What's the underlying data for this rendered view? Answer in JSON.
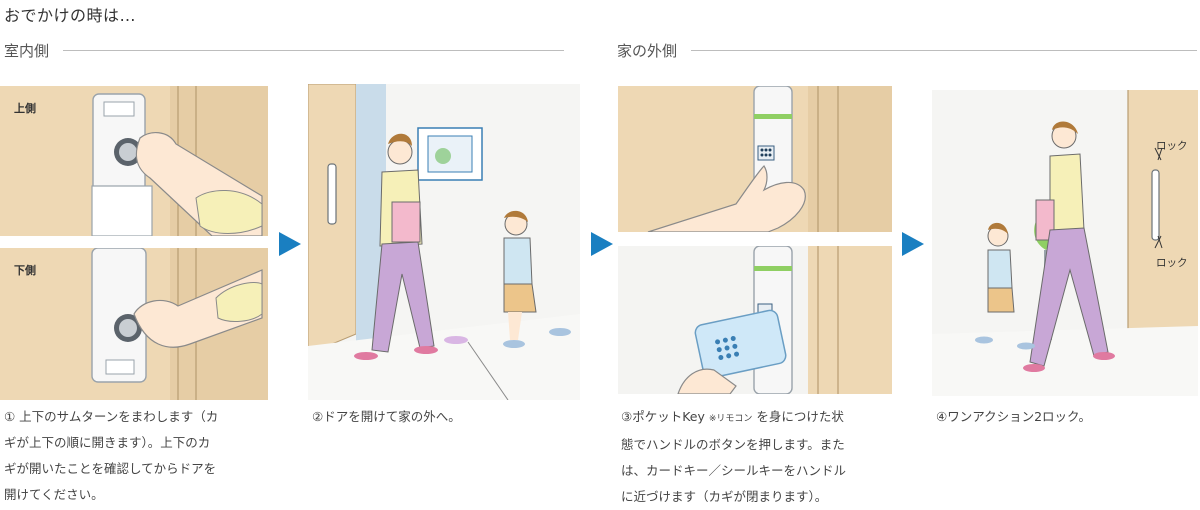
{
  "page": {
    "title": "おでかけの時は…"
  },
  "sections": {
    "indoor": {
      "label": "室内側"
    },
    "outdoor": {
      "label": "家の外側"
    }
  },
  "panels": {
    "p1_top_label": "上側",
    "p1_bottom_label": "下側",
    "p4_lock_top": "ロック",
    "p4_lock_bottom": "ロック"
  },
  "captions": {
    "c1_lines": [
      "① 上下のサムターンをまわします（カ",
      "ギが上下の順に開きます）。上下のカ",
      "ギが開いたことを確認してからドアを",
      "開けてください。"
    ],
    "c2_lines": [
      "②ドアを開けて家の外へ。"
    ],
    "c3_line1_a": "③ポケットKey ",
    "c3_line1_small": "※リモコン",
    "c3_line1_b": " を身につけた状",
    "c3_lines": [
      "態でハンドルのボタンを押します。また",
      "は、カードキー／シールキーをハンドル",
      "に近づけます（カギが閉まります）。"
    ],
    "c4_lines": [
      "④ワンアクション2ロック。"
    ]
  },
  "colors": {
    "door_wood": "#eed8b4",
    "arrow_blue": "#1a7fc1",
    "panel_bg": "#f4f4f4",
    "wall": "#f3f3f1",
    "frame_blue": "#c9dcea"
  }
}
